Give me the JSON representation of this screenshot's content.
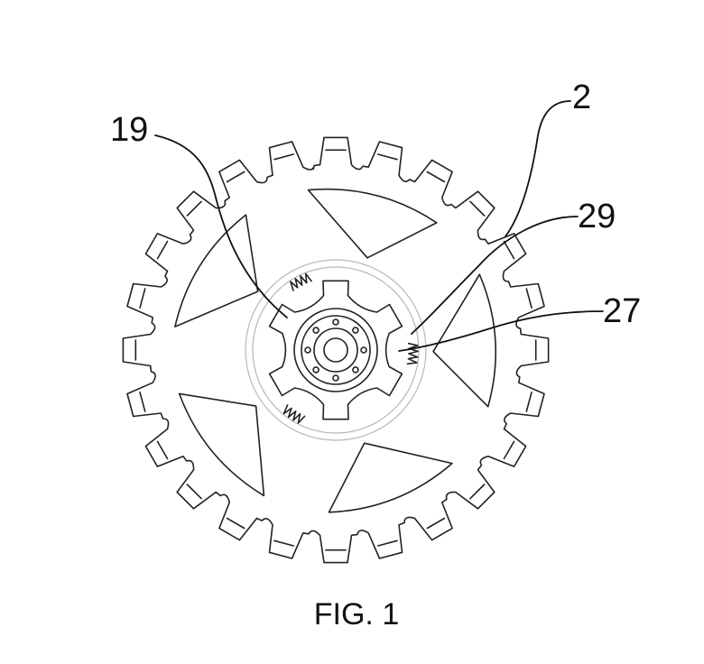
{
  "figure": {
    "caption": "FIG. 1",
    "labels": {
      "ref_19": "19",
      "ref_2": "2",
      "ref_29": "29",
      "ref_27": "27"
    }
  },
  "colors": {
    "ink": "#222222",
    "background": "#ffffff"
  },
  "gear": {
    "tooth_count": 24,
    "spoke_count": 5,
    "hub_lugs": 6,
    "springs": 3
  }
}
